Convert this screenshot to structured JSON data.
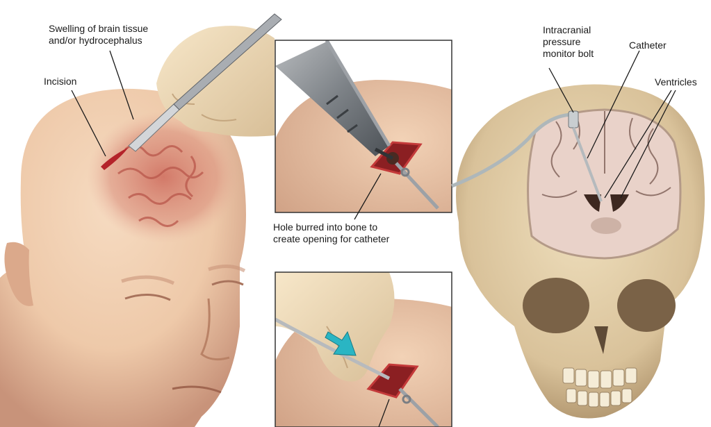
{
  "labels": {
    "swelling": "Swelling of brain tissue\nand/or hydrocephalus",
    "incision": "Incision",
    "hole": "Hole burred into bone to\ncreate opening for catheter",
    "bolt": "Intracranial\npressure\nmonitor bolt",
    "catheter": "Catheter",
    "ventricles": "Ventricles"
  },
  "colors": {
    "skin": "#eec9a9",
    "skin_shadow": "#c8937a",
    "brain_swelling": "#d88a78",
    "incision": "#b4232a",
    "bone": "#dcc7a0",
    "brain": "#e9d2c9",
    "ventricle": "#3d2820",
    "glove": "#f1dcb8",
    "instrument": "#8d9196",
    "arrow": "#2ab5c3"
  },
  "icons": [
    "scalpel-icon",
    "drill-icon",
    "forceps-icon",
    "arrow-icon"
  ]
}
